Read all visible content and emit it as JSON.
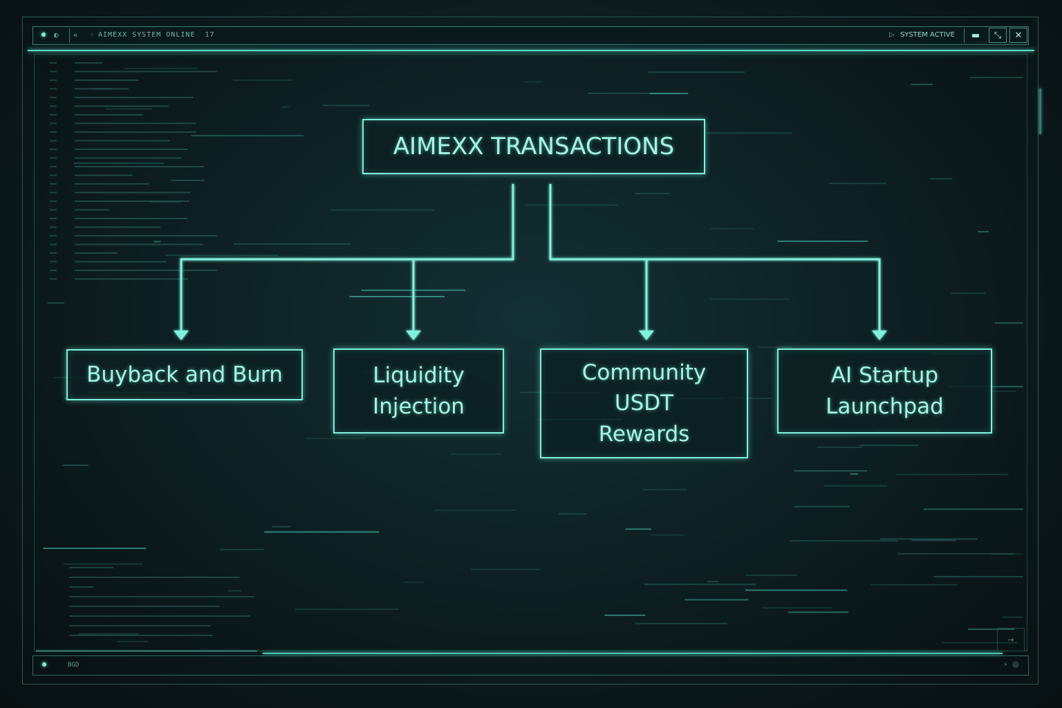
{
  "top_bar": {
    "status_text": "AIMEXX SYSTEM ONLINE",
    "status_suffix": "17",
    "active_label": "SYSTEM ACTIVE",
    "minimize_icon": "minimize-icon",
    "maximize_icon": "maximize-icon",
    "fullscreen_icon": "fullscreen-icon"
  },
  "bottom_bar": {
    "label": "BGD"
  },
  "diagram": {
    "root": {
      "label": "AIMEXX TRANSACTIONS"
    },
    "children": [
      {
        "label": "Buyback and Burn"
      },
      {
        "label": "Liquidity\nInjection"
      },
      {
        "label": "Community\nUSDT\nRewards"
      },
      {
        "label": "AI Startup\nLaunchpad"
      }
    ]
  },
  "colors": {
    "accent": "#7ff2dc",
    "background": "#0d2023",
    "frame": "#3b7d76"
  }
}
